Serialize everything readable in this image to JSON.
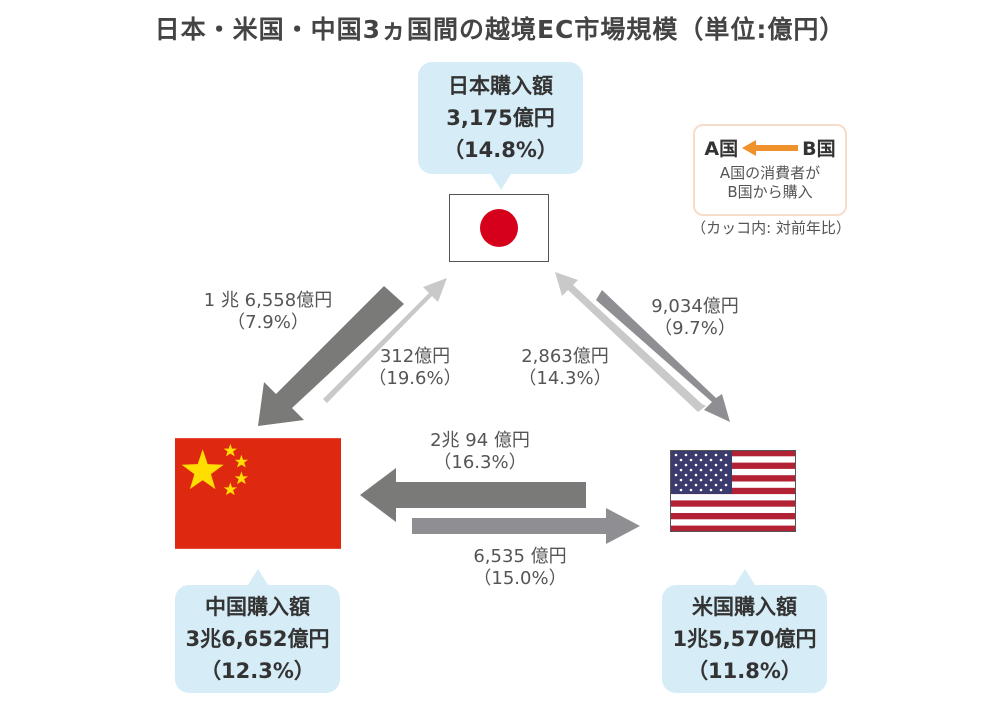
{
  "title": "日本・米国・中国3ヵ国間の越境EC市場規模（単位:億円）",
  "japan_box": {
    "label": "日本購入額",
    "value": "3,175億円",
    "yoy": "（14.8%）"
  },
  "china_box": {
    "label": "中国購入額",
    "value": "3兆6,652億円",
    "yoy": "（12.3%）"
  },
  "us_box": {
    "label": "米国購入額",
    "value": "1兆5,570億円",
    "yoy": "（11.8%）"
  },
  "flows": {
    "japan_to_china": {
      "value": "1 兆 6,558億円",
      "yoy": "（7.9%）"
    },
    "china_to_japan": {
      "value": "312億円",
      "yoy": "（19.6%）"
    },
    "japan_to_us": {
      "value": "9,034億円",
      "yoy": "（9.7%）"
    },
    "us_to_japan": {
      "value": "2,863億円",
      "yoy": "（14.3%）"
    },
    "us_to_china": {
      "value": "2兆 94 億円",
      "yoy": "（16.3%）"
    },
    "china_to_us": {
      "value": "6,535 億円",
      "yoy": "（15.0%）"
    }
  },
  "legend": {
    "country_a": "A国",
    "country_b": "B国",
    "description_line1": "A国の消費者が",
    "description_line2": "B国から購入",
    "note": "（カッコ内: 対前年比）"
  },
  "colors": {
    "bubble": "#d6ecf7",
    "arrow_dark": "#7a7a78",
    "arrow_mid": "#8e8e93",
    "arrow_light": "#c9c9c9",
    "legend_arrow": "#f0922b",
    "china_red": "#de2910",
    "japan_red": "#d7001a"
  },
  "icons": [
    "japan-flag-icon",
    "china-flag-icon",
    "us-flag-icon",
    "orange-arrow-icon"
  ]
}
